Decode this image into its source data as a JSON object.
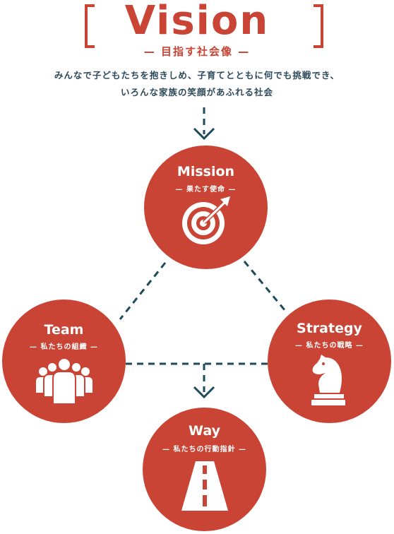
{
  "vision": {
    "title": "Vision",
    "subtitle": "— 目指す社会像 —",
    "description_line1": "みんなで子どもたちを抱きしめ、子育てとともに何でも挑戦でき、",
    "description_line2": "いろんな家族の笑顔があふれる社会"
  },
  "mission": {
    "title": "Mission",
    "subtitle": "— 果たす使命 —",
    "icon": "target-arrow-icon"
  },
  "team": {
    "title": "Team",
    "subtitle": "— 私たちの組織 —",
    "icon": "people-group-icon"
  },
  "strategy": {
    "title": "Strategy",
    "subtitle": "— 私たちの戦略 —",
    "icon": "chess-knight-icon"
  },
  "way": {
    "title": "Way",
    "subtitle": "— 私たちの行動指針 —",
    "icon": "road-icon"
  },
  "colors": {
    "accent": "#c94434",
    "connector": "#1e4a5a",
    "text_dark": "#2d4a5a"
  }
}
